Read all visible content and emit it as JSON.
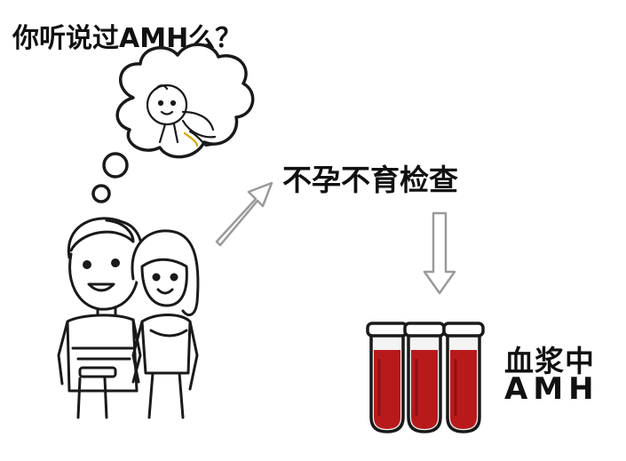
{
  "title": "你听说过AMH么？",
  "exam_label": "不孕不育检查",
  "result_label_line1": "血浆中",
  "result_label_line2": "AMH",
  "colors": {
    "blood": "#b81a1c",
    "blood_dark": "#8e1012",
    "outline": "#1a1a1a",
    "arrow_fill": "#ffffff",
    "arrow_stroke": "#9a9a9a",
    "tube_glass": "#f4f4f4"
  }
}
